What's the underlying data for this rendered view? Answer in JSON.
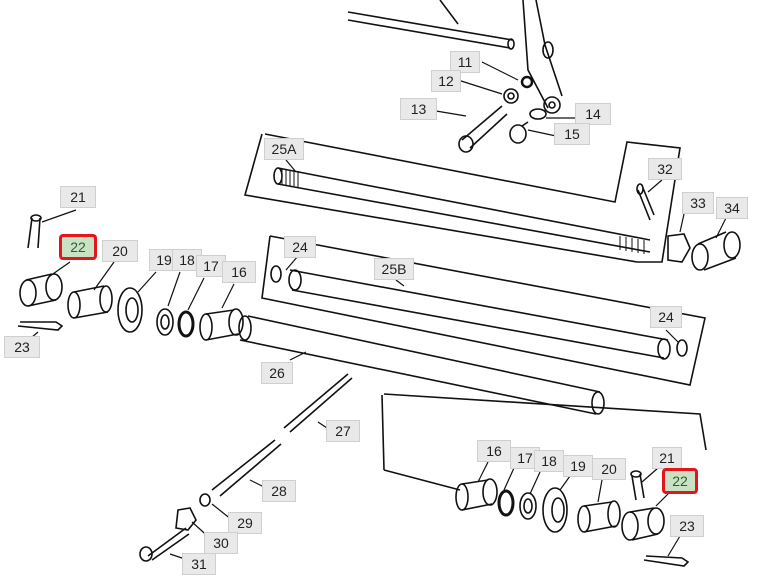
{
  "diagram": {
    "highlight_color": "#e3161d",
    "labels": {
      "p11": "11",
      "p12": "12",
      "p13": "13",
      "p14": "14",
      "p15": "15",
      "p25a": "25A",
      "p32": "32",
      "p33": "33",
      "p34": "34",
      "p21_left": "21",
      "p22_left": "22",
      "p20_left": "20",
      "p19_left": "19",
      "p18_left": "18",
      "p17_left": "17",
      "p16_left": "16",
      "p23_left": "23",
      "p24_top": "24",
      "p25b": "25B",
      "p24_right": "24",
      "p26": "26",
      "p27": "27",
      "p28": "28",
      "p29": "29",
      "p30": "30",
      "p31": "31",
      "p16_right": "16",
      "p17_right": "17",
      "p18_right": "18",
      "p19_right": "19",
      "p20_right": "20",
      "p21_right": "21",
      "p22_right": "22",
      "p23_right": "23"
    }
  }
}
